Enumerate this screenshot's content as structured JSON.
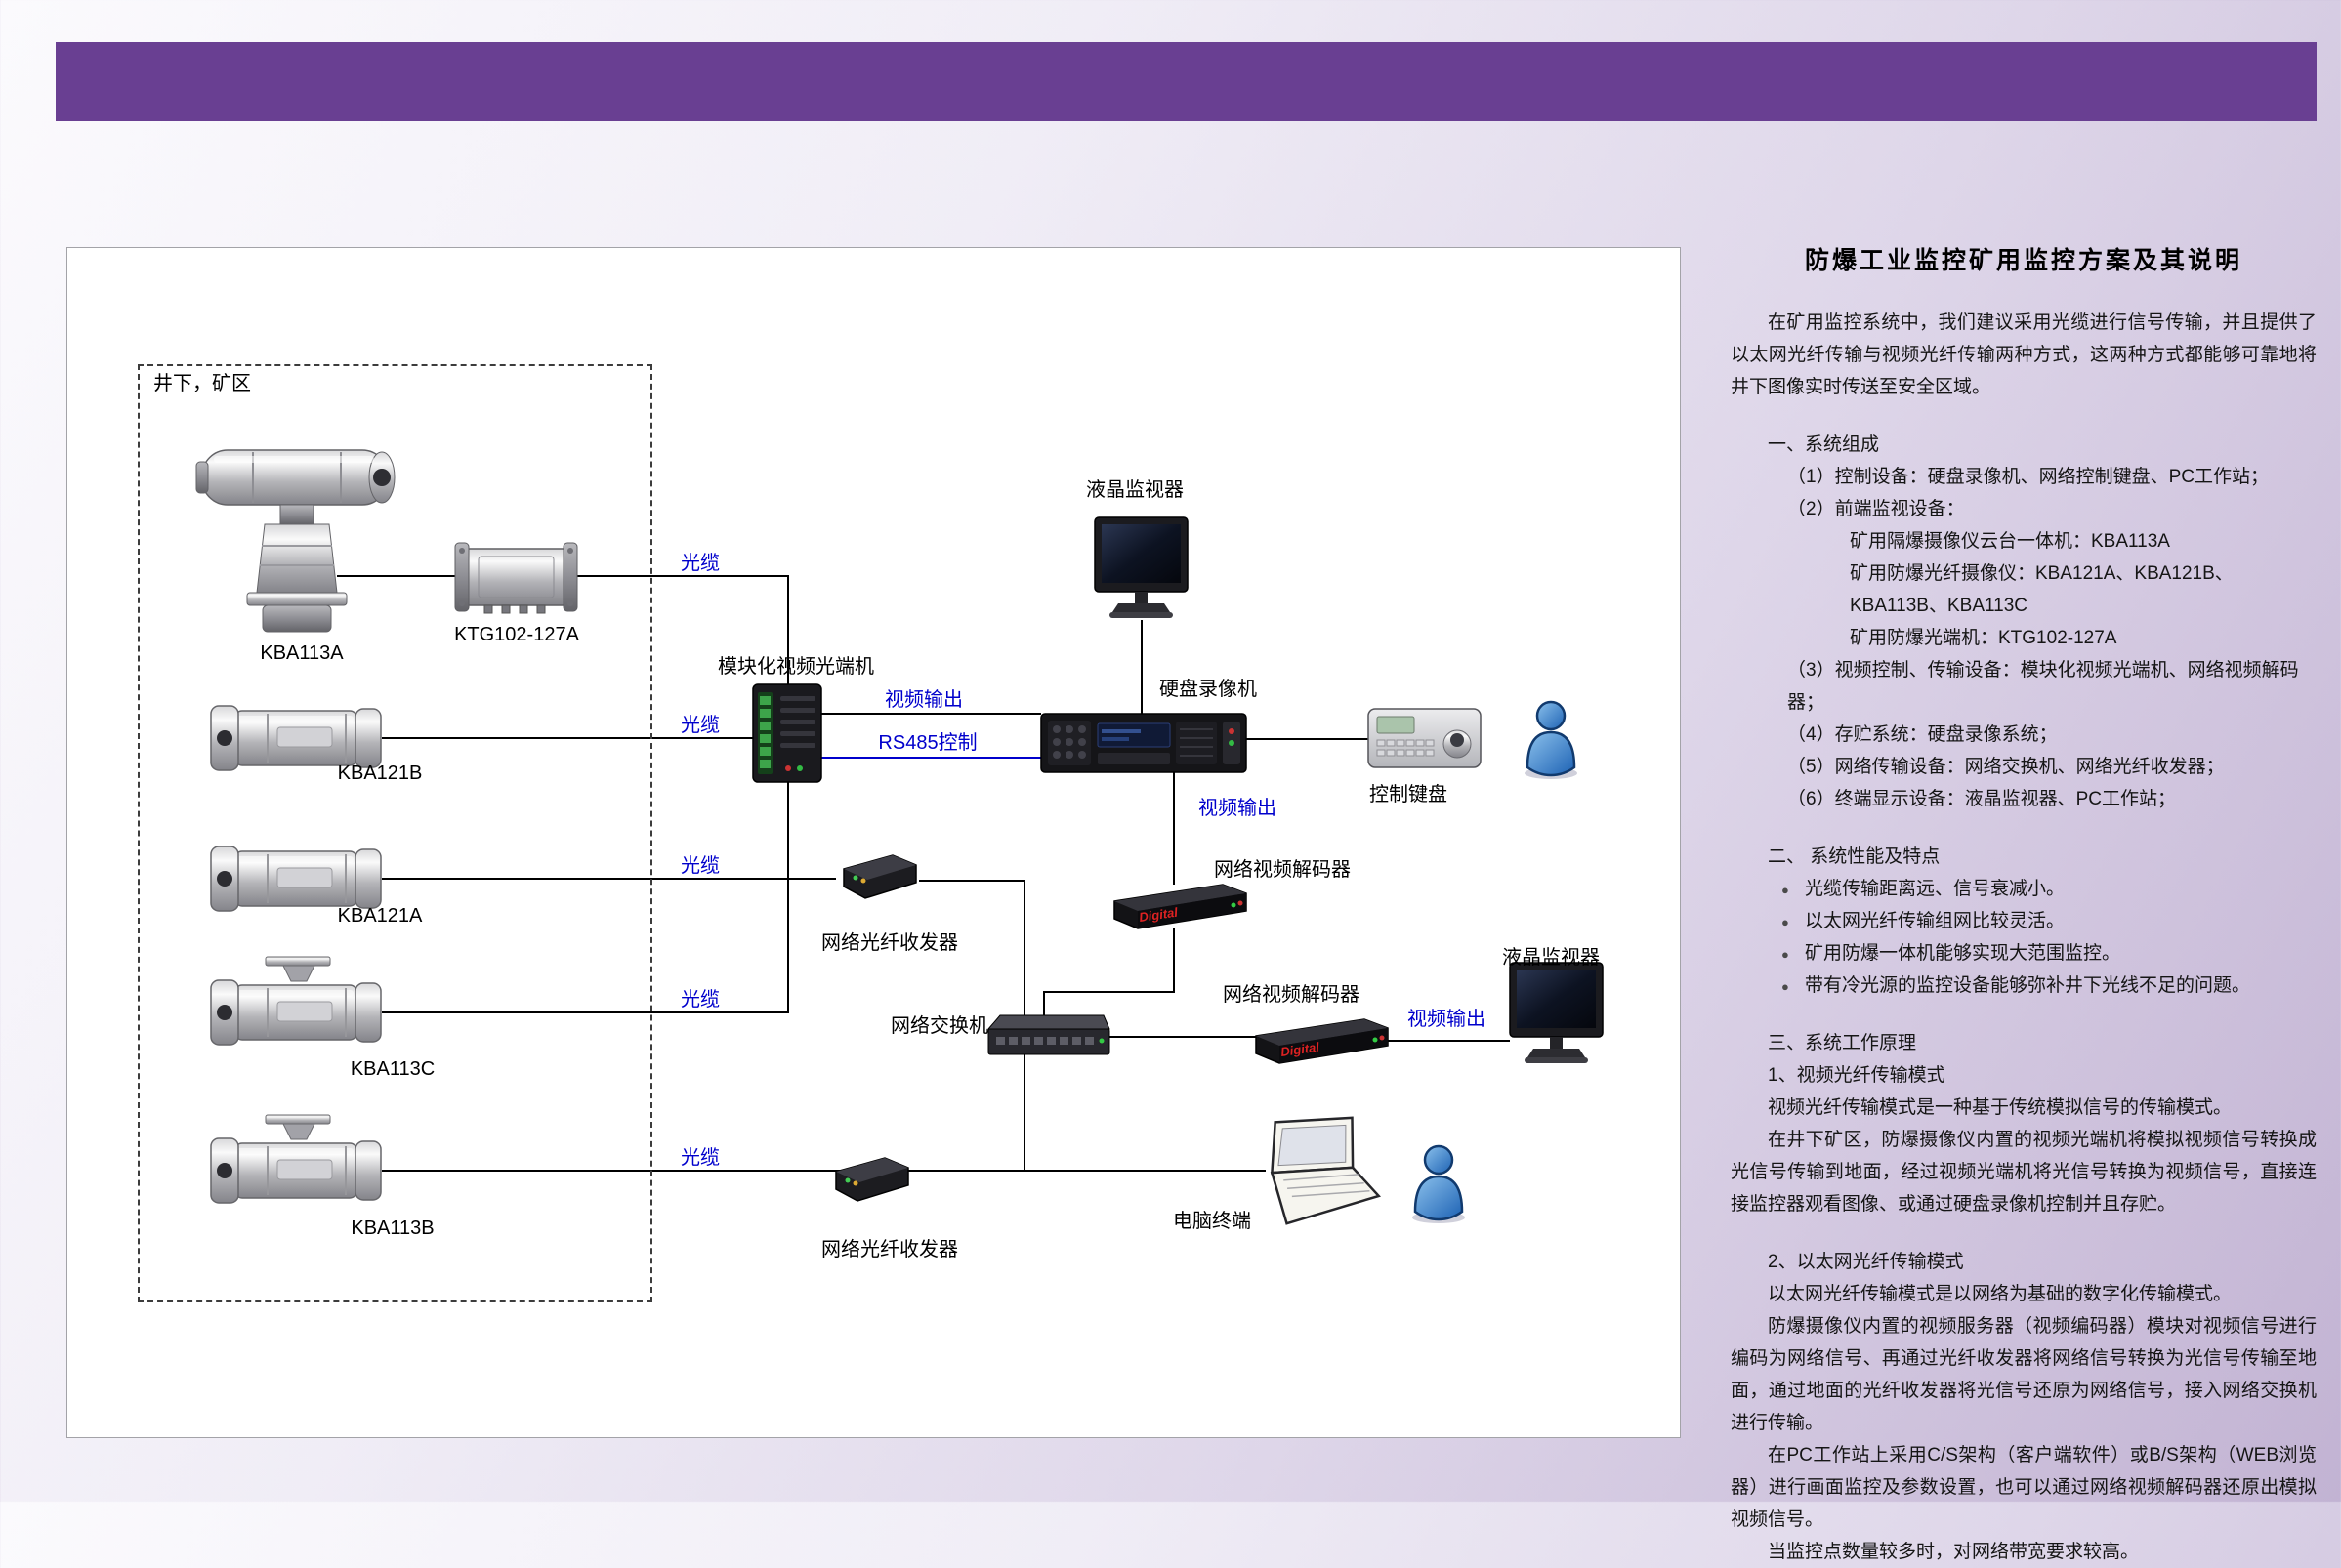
{
  "page": {
    "header_color": "#693f92",
    "link_blue": "#0000cc"
  },
  "diagram": {
    "zone_label": "井下，矿区",
    "labels": {
      "kba113a": "KBA113A",
      "ktg102": "KTG102-127A",
      "kba121b": "KBA121B",
      "kba121a": "KBA121A",
      "kba113c": "KBA113C",
      "kba113b": "KBA113B",
      "video_optical_terminal": "模块化视频光端机",
      "fiber_transceiver": "网络光纤收发器",
      "lcd_monitor": "液晶监视器",
      "dvr": "硬盘录像机",
      "control_keyboard": "控制键盘",
      "video_decoder": "网络视频解码器",
      "network_switch": "网络交换机",
      "pc_terminal": "电脑终端"
    },
    "link_labels": {
      "fiber": "光缆",
      "video_out": "视频输出",
      "rs485": "RS485控制"
    },
    "device_text": {
      "digital": "Digital"
    }
  },
  "article": {
    "title": "防爆工业监控矿用监控方案及其说明",
    "intro": "在矿用监控系统中，我们建议采用光缆进行信号传输，并且提供了以太网光纤传输与视频光纤传输两种方式，这两种方式都能够可靠地将井下图像实时传送至安全区域。",
    "s1_heading": "一、系统组成",
    "s1_items": [
      "（1）控制设备：硬盘录像机、网络控制键盘、PC工作站；",
      "（2）前端监视设备：",
      "矿用隔爆摄像仪云台一体机：KBA113A",
      "矿用防爆光纤摄像仪：KBA121A、KBA121B、KBA113B、KBA113C",
      "矿用防爆光端机：KTG102-127A",
      "（3）视频控制、传输设备：模块化视频光端机、网络视频解码器；",
      "（4）存贮系统：硬盘录像系统；",
      "（5）网络传输设备：网络交换机、网络光纤收发器；",
      "（6）终端显示设备：液晶监视器、PC工作站；"
    ],
    "s2_heading": "二、 系统性能及特点",
    "s2_bullets": [
      "光缆传输距离远、信号衰减小。",
      "以太网光纤传输组网比较灵活。",
      "矿用防爆一体机能够实现大范围监控。",
      "带有冷光源的监控设备能够弥补井下光线不足的问题。"
    ],
    "s3_heading": "三、系统工作原理",
    "s3_sub1": "1、视频光纤传输模式",
    "s3_p1": "视频光纤传输模式是一种基于传统模拟信号的传输模式。",
    "s3_p2": "在井下矿区，防爆摄像仪内置的视频光端机将模拟视频信号转换成光信号传输到地面，经过视频光端机将光信号转换为视频信号，直接连接监控器观看图像、或通过硬盘录像机控制并且存贮。",
    "s3_sub2": "2、以太网光纤传输模式",
    "s3_p3": "以太网光纤传输模式是以网络为基础的数字化传输模式。",
    "s3_p4": "防爆摄像仪内置的视频服务器（视频编码器）模块对视频信号进行编码为网络信号、再通过光纤收发器将网络信号转换为光信号传输至地面，通过地面的光纤收发器将光信号还原为网络信号，接入网络交换机进行传输。",
    "s3_p5": "在PC工作站上采用C/S架构（客户端软件）或B/S架构（WEB浏览器）进行画面监控及参数设置，也可以通过网络视频解码器还原出模拟视频信号。",
    "s3_p6": "当监控点数量较多时，对网络带宽要求较高。"
  }
}
